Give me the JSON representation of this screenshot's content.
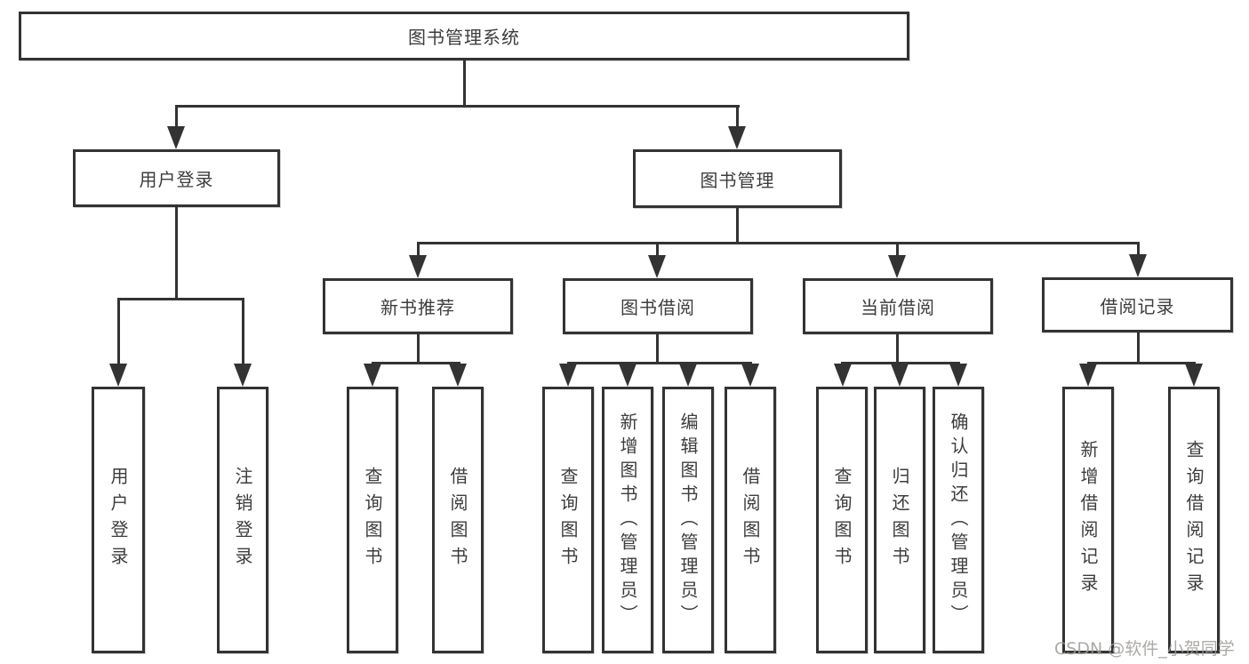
{
  "diagram": {
    "root": {
      "label": "图书管理系统"
    },
    "level2": [
      {
        "label": "用户登录",
        "children": [
          "用户登录",
          "注销登录"
        ]
      },
      {
        "label": "图书管理",
        "children": [
          {
            "label": "新书推荐",
            "children": [
              "查询图书",
              "借阅图书"
            ]
          },
          {
            "label": "图书借阅",
            "children": [
              "查询图书",
              "新增图书（管理员）",
              "编辑图书（管理员）",
              "借阅图书"
            ]
          },
          {
            "label": "当前借阅",
            "children": [
              "查询图书",
              "归还图书",
              "确认归还（管理员）"
            ]
          },
          {
            "label": "借阅记录",
            "children": [
              "新增借阅记录",
              "查询借阅记录"
            ]
          }
        ]
      }
    ],
    "watermark": "CSDN @软件_小贺同学",
    "colors": {
      "line": "#333333",
      "box_border": "#333333",
      "box_fill": "#ffffff",
      "text": "#3d3d3d",
      "watermark": "#9e9b98",
      "background": "#ffffff"
    }
  }
}
